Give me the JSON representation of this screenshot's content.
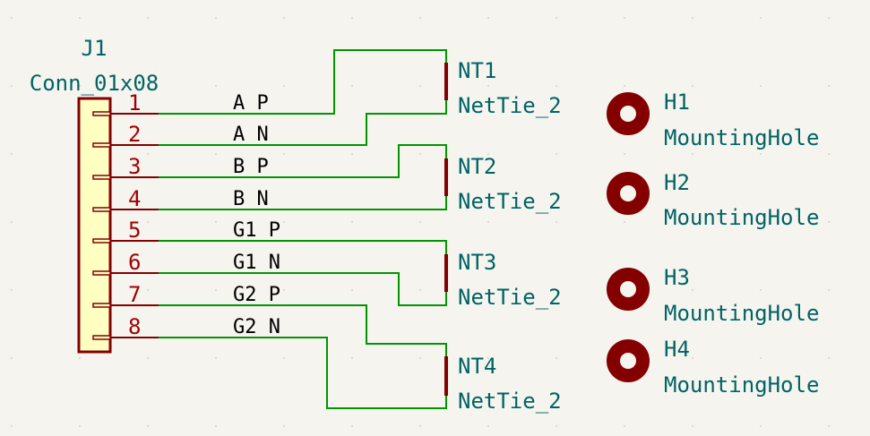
{
  "colors": {
    "background": "#f5f4ef",
    "wire": "#009600",
    "symbol_outline": "#840000",
    "symbol_fill": "#ffffc2",
    "reference_text": "#006464",
    "pin_number_text": "#a00000",
    "net_label_text": "#000000"
  },
  "connector": {
    "ref": "J1",
    "value": "Conn_01x08",
    "pins": [
      {
        "number": "1",
        "net": "A_P"
      },
      {
        "number": "2",
        "net": "A_N"
      },
      {
        "number": "3",
        "net": "B_P"
      },
      {
        "number": "4",
        "net": "B_N"
      },
      {
        "number": "5",
        "net": "G1_P"
      },
      {
        "number": "6",
        "net": "G1_N"
      },
      {
        "number": "7",
        "net": "G2_P"
      },
      {
        "number": "8",
        "net": "G2_N"
      }
    ]
  },
  "net_ties": [
    {
      "ref": "NT1",
      "value": "NetTie_2"
    },
    {
      "ref": "NT2",
      "value": "NetTie_2"
    },
    {
      "ref": "NT3",
      "value": "NetTie_2"
    },
    {
      "ref": "NT4",
      "value": "NetTie_2"
    }
  ],
  "mounting_holes": [
    {
      "ref": "H1",
      "value": "MountingHole"
    },
    {
      "ref": "H2",
      "value": "MountingHole"
    },
    {
      "ref": "H3",
      "value": "MountingHole"
    },
    {
      "ref": "H4",
      "value": "MountingHole"
    }
  ]
}
